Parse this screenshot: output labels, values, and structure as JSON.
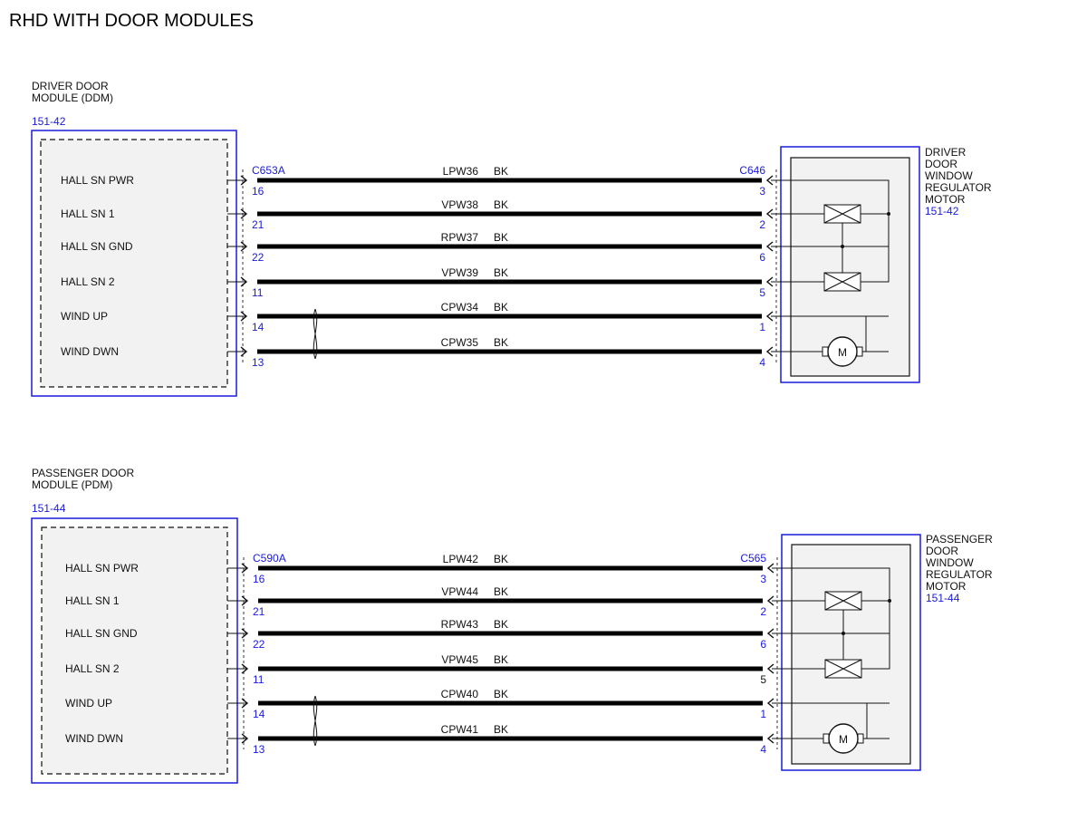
{
  "page_title": "RHD WITH DOOR MODULES",
  "colors": {
    "component_border": "#1a1adb",
    "ref_text": "#1a1adb",
    "wire": "#000000",
    "box_fill": "#f2f2f2"
  },
  "sections": [
    {
      "module": {
        "name_lines": [
          "DRIVER DOOR",
          "MODULE (DDM)"
        ],
        "ref": "151-42"
      },
      "connector_left": "C653A",
      "connector_right": "C646",
      "motor": {
        "name_lines": [
          "DRIVER",
          "DOOR",
          "WINDOW",
          "REGULATOR",
          "MOTOR"
        ],
        "ref": "151-42",
        "symbol": "M"
      },
      "circuits": [
        {
          "label": "HALL SN PWR",
          "left_pin": "16",
          "wire": "LPW36",
          "color": "BK",
          "right_pin": "3"
        },
        {
          "label": "HALL SN 1",
          "left_pin": "21",
          "wire": "VPW38",
          "color": "BK",
          "right_pin": "2"
        },
        {
          "label": "HALL SN GND",
          "left_pin": "22",
          "wire": "RPW37",
          "color": "BK",
          "right_pin": "6"
        },
        {
          "label": "HALL SN 2",
          "left_pin": "11",
          "wire": "VPW39",
          "color": "BK",
          "right_pin": "5"
        },
        {
          "label": "WIND UP",
          "left_pin": "14",
          "wire": "CPW34",
          "color": "BK",
          "right_pin": "1"
        },
        {
          "label": "WIND DWN",
          "left_pin": "13",
          "wire": "CPW35",
          "color": "BK",
          "right_pin": "4"
        }
      ]
    },
    {
      "module": {
        "name_lines": [
          "PASSENGER DOOR",
          "MODULE (PDM)"
        ],
        "ref": "151-44"
      },
      "connector_left": "C590A",
      "connector_right": "C565",
      "motor": {
        "name_lines": [
          "PASSENGER",
          "DOOR",
          "WINDOW",
          "REGULATOR",
          "MOTOR"
        ],
        "ref": "151-44",
        "symbol": "M"
      },
      "circuits": [
        {
          "label": "HALL SN PWR",
          "left_pin": "16",
          "wire": "LPW42",
          "color": "BK",
          "right_pin": "3"
        },
        {
          "label": "HALL SN 1",
          "left_pin": "21",
          "wire": "VPW44",
          "color": "BK",
          "right_pin": "2"
        },
        {
          "label": "HALL SN GND",
          "left_pin": "22",
          "wire": "RPW43",
          "color": "BK",
          "right_pin": "6"
        },
        {
          "label": "HALL SN 2",
          "left_pin": "11",
          "wire": "VPW45",
          "color": "BK",
          "right_pin": "5"
        },
        {
          "label": "WIND UP",
          "left_pin": "14",
          "wire": "CPW40",
          "color": "BK",
          "right_pin": "1"
        },
        {
          "label": "WIND DWN",
          "left_pin": "13",
          "wire": "CPW41",
          "color": "BK",
          "right_pin": "4"
        }
      ]
    }
  ]
}
